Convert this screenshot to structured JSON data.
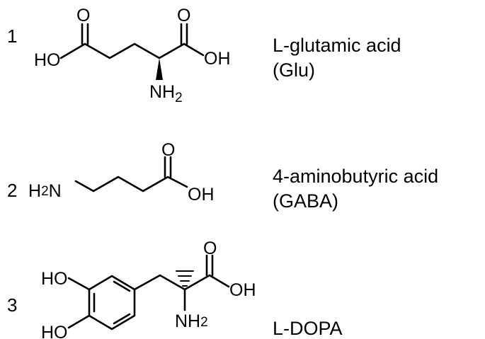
{
  "compounds": [
    {
      "number": "1",
      "name": "L-glutamic acid",
      "abbreviation": "(Glu)",
      "atoms": {
        "o_left": "O",
        "ho": "HO",
        "o_right": "O",
        "oh": "OH",
        "nh": "NH",
        "nh_sub": "2"
      }
    },
    {
      "number": "2",
      "name": "4-aminobutyric acid",
      "abbreviation": "(GABA)",
      "atoms": {
        "h": "H",
        "h_sub": "2",
        "n": "N",
        "o": "O",
        "oh": "OH"
      }
    },
    {
      "number": "3",
      "name": "L-DOPA",
      "atoms": {
        "ho_top": "HO",
        "ho_bottom": "HO",
        "o": "O",
        "oh": "OH",
        "nh": "NH",
        "nh_sub": "2"
      }
    }
  ]
}
